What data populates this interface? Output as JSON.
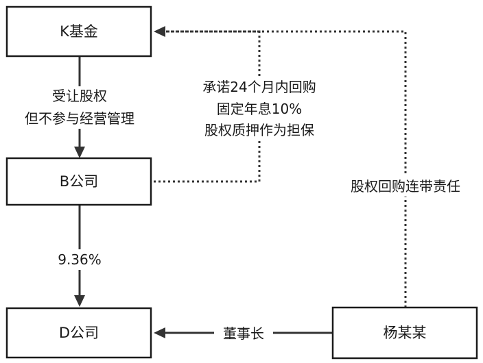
{
  "nodes": {
    "k_fund": "K基金",
    "b_company": "B公司",
    "d_company": "D公司",
    "yang": "杨某某"
  },
  "edges": {
    "k_to_b": [
      "受让股权",
      "但不参与经营管理"
    ],
    "b_to_d": "9.36%",
    "b_to_k": [
      "承诺24个月内回购",
      "固定年息10%",
      "股权质押作为担保"
    ],
    "yang_to_k": "股权回购连带责任",
    "yang_to_d": "董事长"
  },
  "colors": {
    "line": "#333333",
    "box_border": "#1a1a1a",
    "text": "#1a1a1a",
    "background": "#ffffff"
  }
}
